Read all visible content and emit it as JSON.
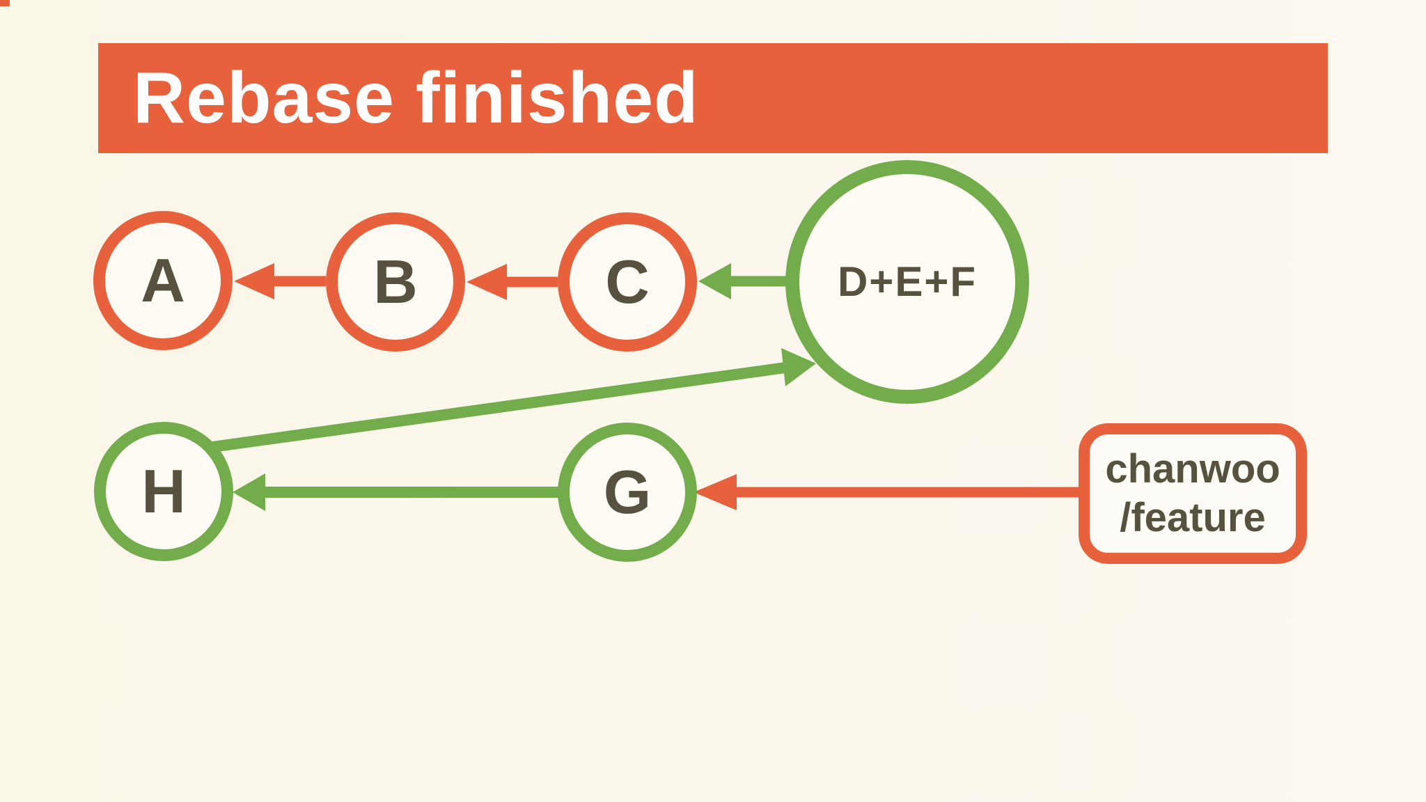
{
  "title": {
    "text": "Rebase finished"
  },
  "colors": {
    "accent_orange": "#E7613D",
    "accent_green": "#72AC4B",
    "background_cream": "#FBF7EC",
    "node_fill": "#FDFBF4",
    "label_dark": "#56523F",
    "title_text": "#FFFFFF"
  },
  "diagram": {
    "nodes": [
      {
        "id": "A",
        "label": "A",
        "border_color": "orange"
      },
      {
        "id": "B",
        "label": "B",
        "border_color": "orange"
      },
      {
        "id": "C",
        "label": "C",
        "border_color": "orange"
      },
      {
        "id": "DEF",
        "label": "D+E+F",
        "border_color": "green"
      },
      {
        "id": "H",
        "label": "H",
        "border_color": "green"
      },
      {
        "id": "G",
        "label": "G",
        "border_color": "green"
      }
    ],
    "branch_label": {
      "line1": "chanwoo",
      "line2": "/feature"
    },
    "edges": [
      {
        "from": "B",
        "to": "A",
        "color": "orange"
      },
      {
        "from": "C",
        "to": "B",
        "color": "orange"
      },
      {
        "from": "D+E+F",
        "to": "C",
        "color": "green"
      },
      {
        "from": "H",
        "to": "D+E+F",
        "color": "green"
      },
      {
        "from": "G",
        "to": "H",
        "color": "green"
      },
      {
        "from": "chanwoo/feature",
        "to": "G",
        "color": "orange"
      }
    ]
  }
}
